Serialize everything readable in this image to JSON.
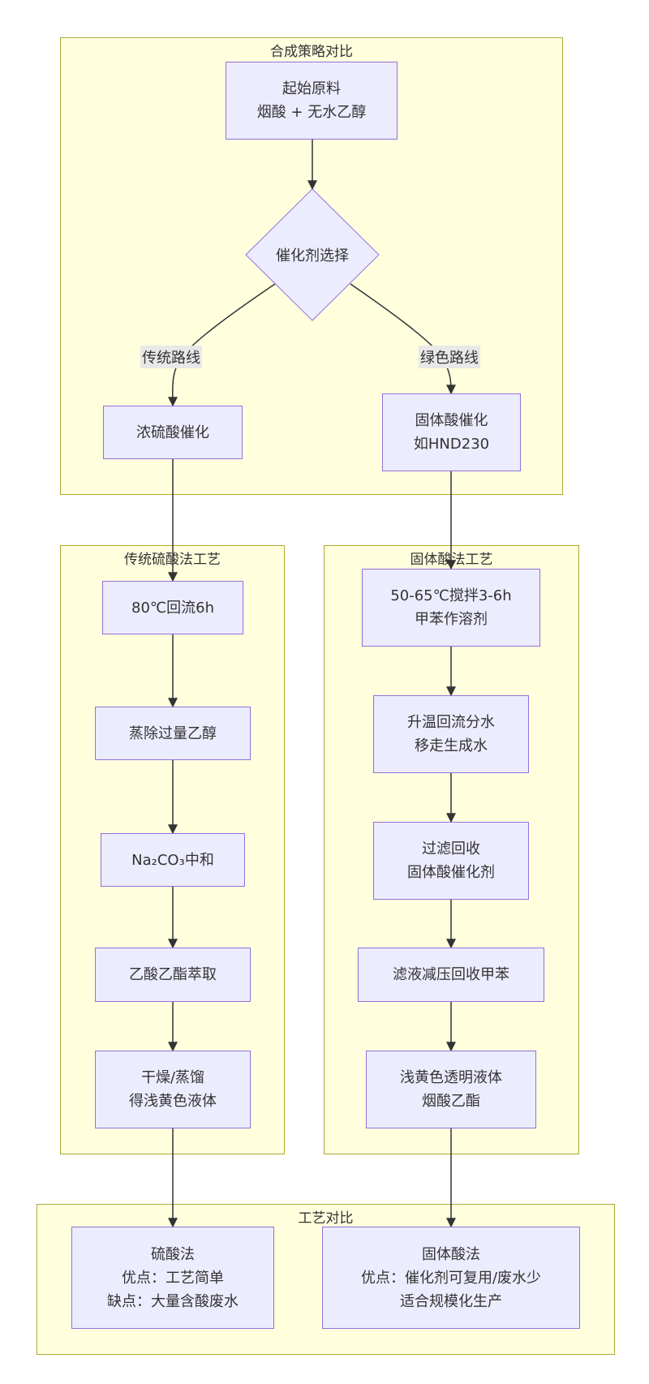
{
  "clusters": {
    "strategy": "合成策略对比",
    "traditional": "传统硫酸法工艺",
    "solid": "固体酸法工艺",
    "compare": "工艺对比"
  },
  "nodes": {
    "start": "起始原料\n烟酸 + 无水乙醇",
    "decision": "催化剂选择",
    "h2so4_cat": "浓硫酸催化",
    "solid_cat": "固体酸催化\n如HND230",
    "t1": "80℃回流6h",
    "t2": "蒸除过量乙醇",
    "t3": "Na₂CO₃中和",
    "t4": "乙酸乙酯萃取",
    "t5": "干燥/蒸馏\n得浅黄色液体",
    "s1": "50-65℃搅拌3-6h\n甲苯作溶剂",
    "s2": "升温回流分水\n移走生成水",
    "s3": "过滤回收\n固体酸催化剂",
    "s4": "滤液减压回收甲苯",
    "s5": "浅黄色透明液体\n烟酸乙酯",
    "c1": "硫酸法\n优点：工艺简单\n缺点：大量含酸废水",
    "c2": "固体酸法\n优点：催化剂可复用/废水少\n适合规模化生产"
  },
  "edge_labels": {
    "traditional_route": "传统路线",
    "green_route": "绿色路线"
  },
  "colors": {
    "cluster_fill": "#ffffde",
    "cluster_border": "#aaaa33",
    "node_fill": "#ececff",
    "node_border": "#9370db",
    "edge": "#333333"
  }
}
